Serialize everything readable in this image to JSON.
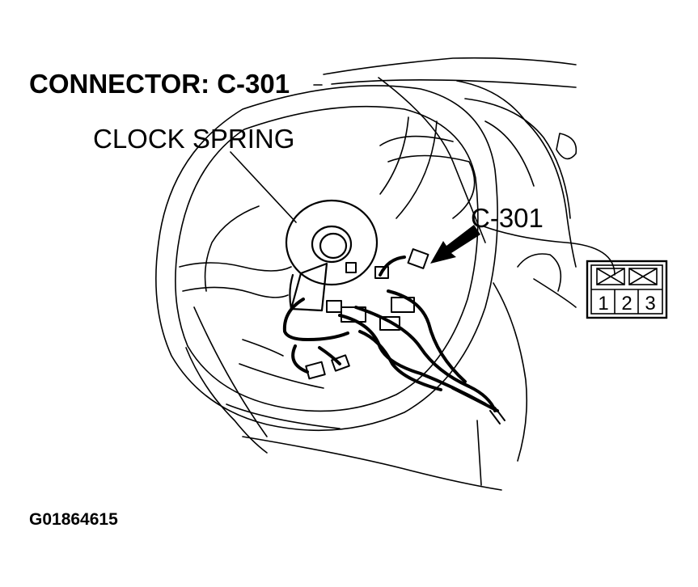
{
  "title": "CONNECTOR: C-301",
  "callouts": {
    "clock_spring": "CLOCK SPRING",
    "connector": "C-301"
  },
  "connector_face": {
    "pins": [
      "1",
      "2",
      "3"
    ]
  },
  "figure_id": "G01864615"
}
